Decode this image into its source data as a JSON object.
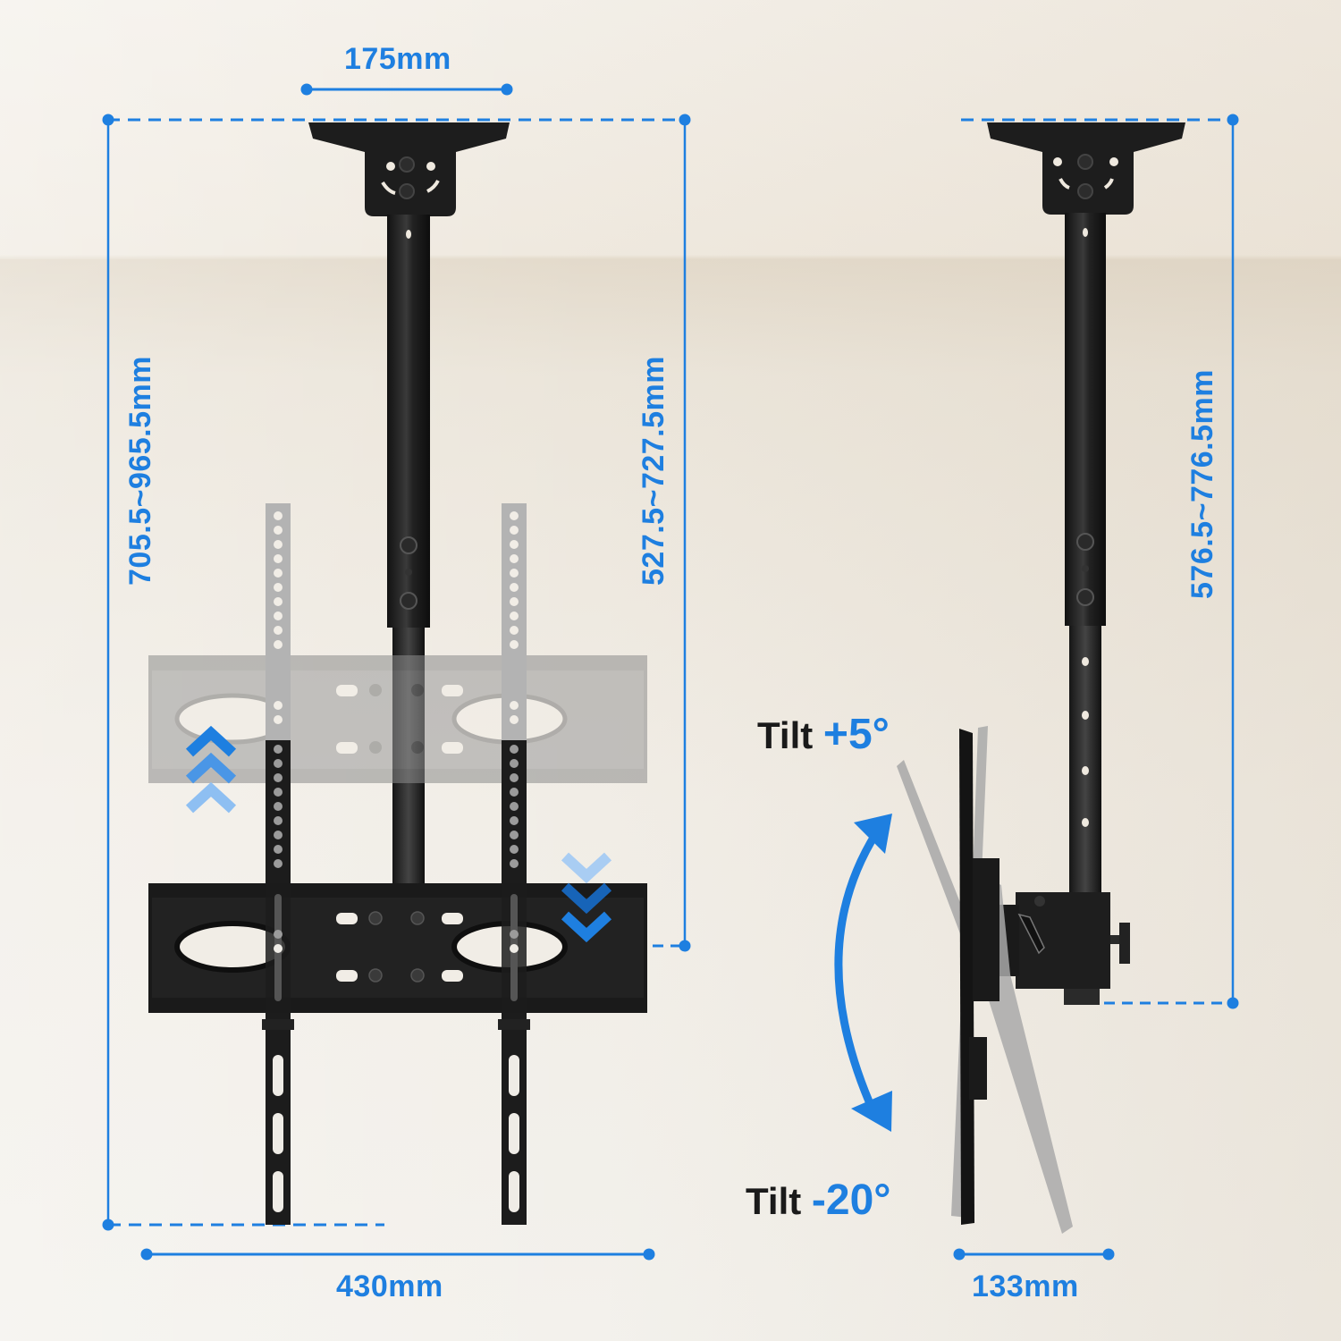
{
  "colors": {
    "accent": "#1e7fe0",
    "metal_dark": "#1c1c1c",
    "metal_ghost": "#a6a6a6",
    "text_dark": "#1a1a1a",
    "background": "#f1ede6"
  },
  "front_view": {
    "top_plate_width": "175mm",
    "total_height_range": "705.5~965.5mm",
    "pole_height_range": "527.5~727.5mm",
    "bracket_width": "430mm",
    "adjust_arrows": [
      "up-chevrons",
      "down-chevrons"
    ]
  },
  "side_view": {
    "height_range": "576.5~776.5mm",
    "depth": "133mm",
    "tilt_up": {
      "label": "Tilt",
      "value": "+5°"
    },
    "tilt_down": {
      "label": "Tilt",
      "value": "-20°"
    }
  }
}
